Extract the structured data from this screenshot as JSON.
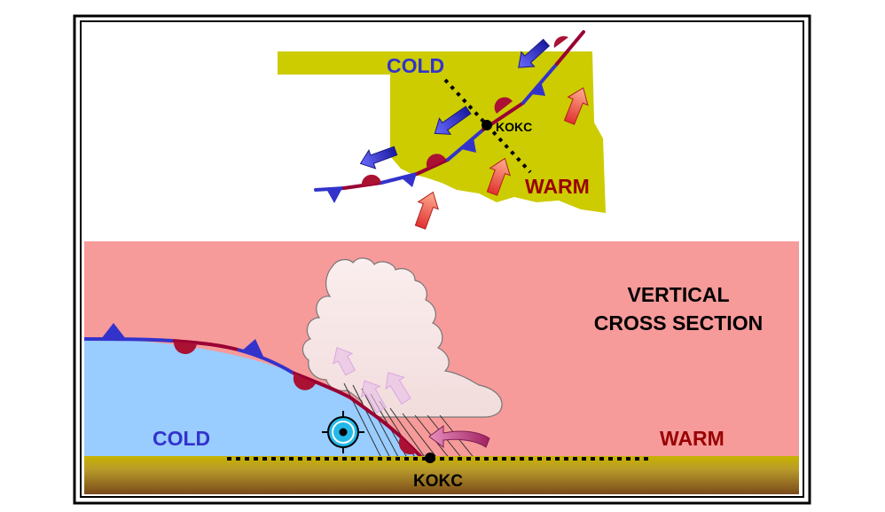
{
  "map": {
    "cold_label": "COLD",
    "warm_label": "WARM",
    "station_label": "KOKC"
  },
  "cross_section": {
    "title_line1": "VERTICAL",
    "title_line2": "CROSS SECTION",
    "cold_label": "COLD",
    "warm_label": "WARM",
    "station_label": "KOKC"
  },
  "colors": {
    "frame": "#000000",
    "land": "#cccc00",
    "warm_air": "#f79a9a",
    "cold_air": "#99ccff",
    "cold_front": "#3333cc",
    "warm_front": "#990033",
    "cold_text": "#3333cc",
    "warm_text": "#990000",
    "ground": "#b08a3a"
  },
  "icons": [
    "stationary-front-line",
    "cold-front-triangle-icon",
    "warm-front-semicircle-icon",
    "cold-air-arrow-icon",
    "warm-air-arrow-icon",
    "cumulonimbus-cloud-icon",
    "radar-station-icon",
    "station-dot-icon"
  ]
}
